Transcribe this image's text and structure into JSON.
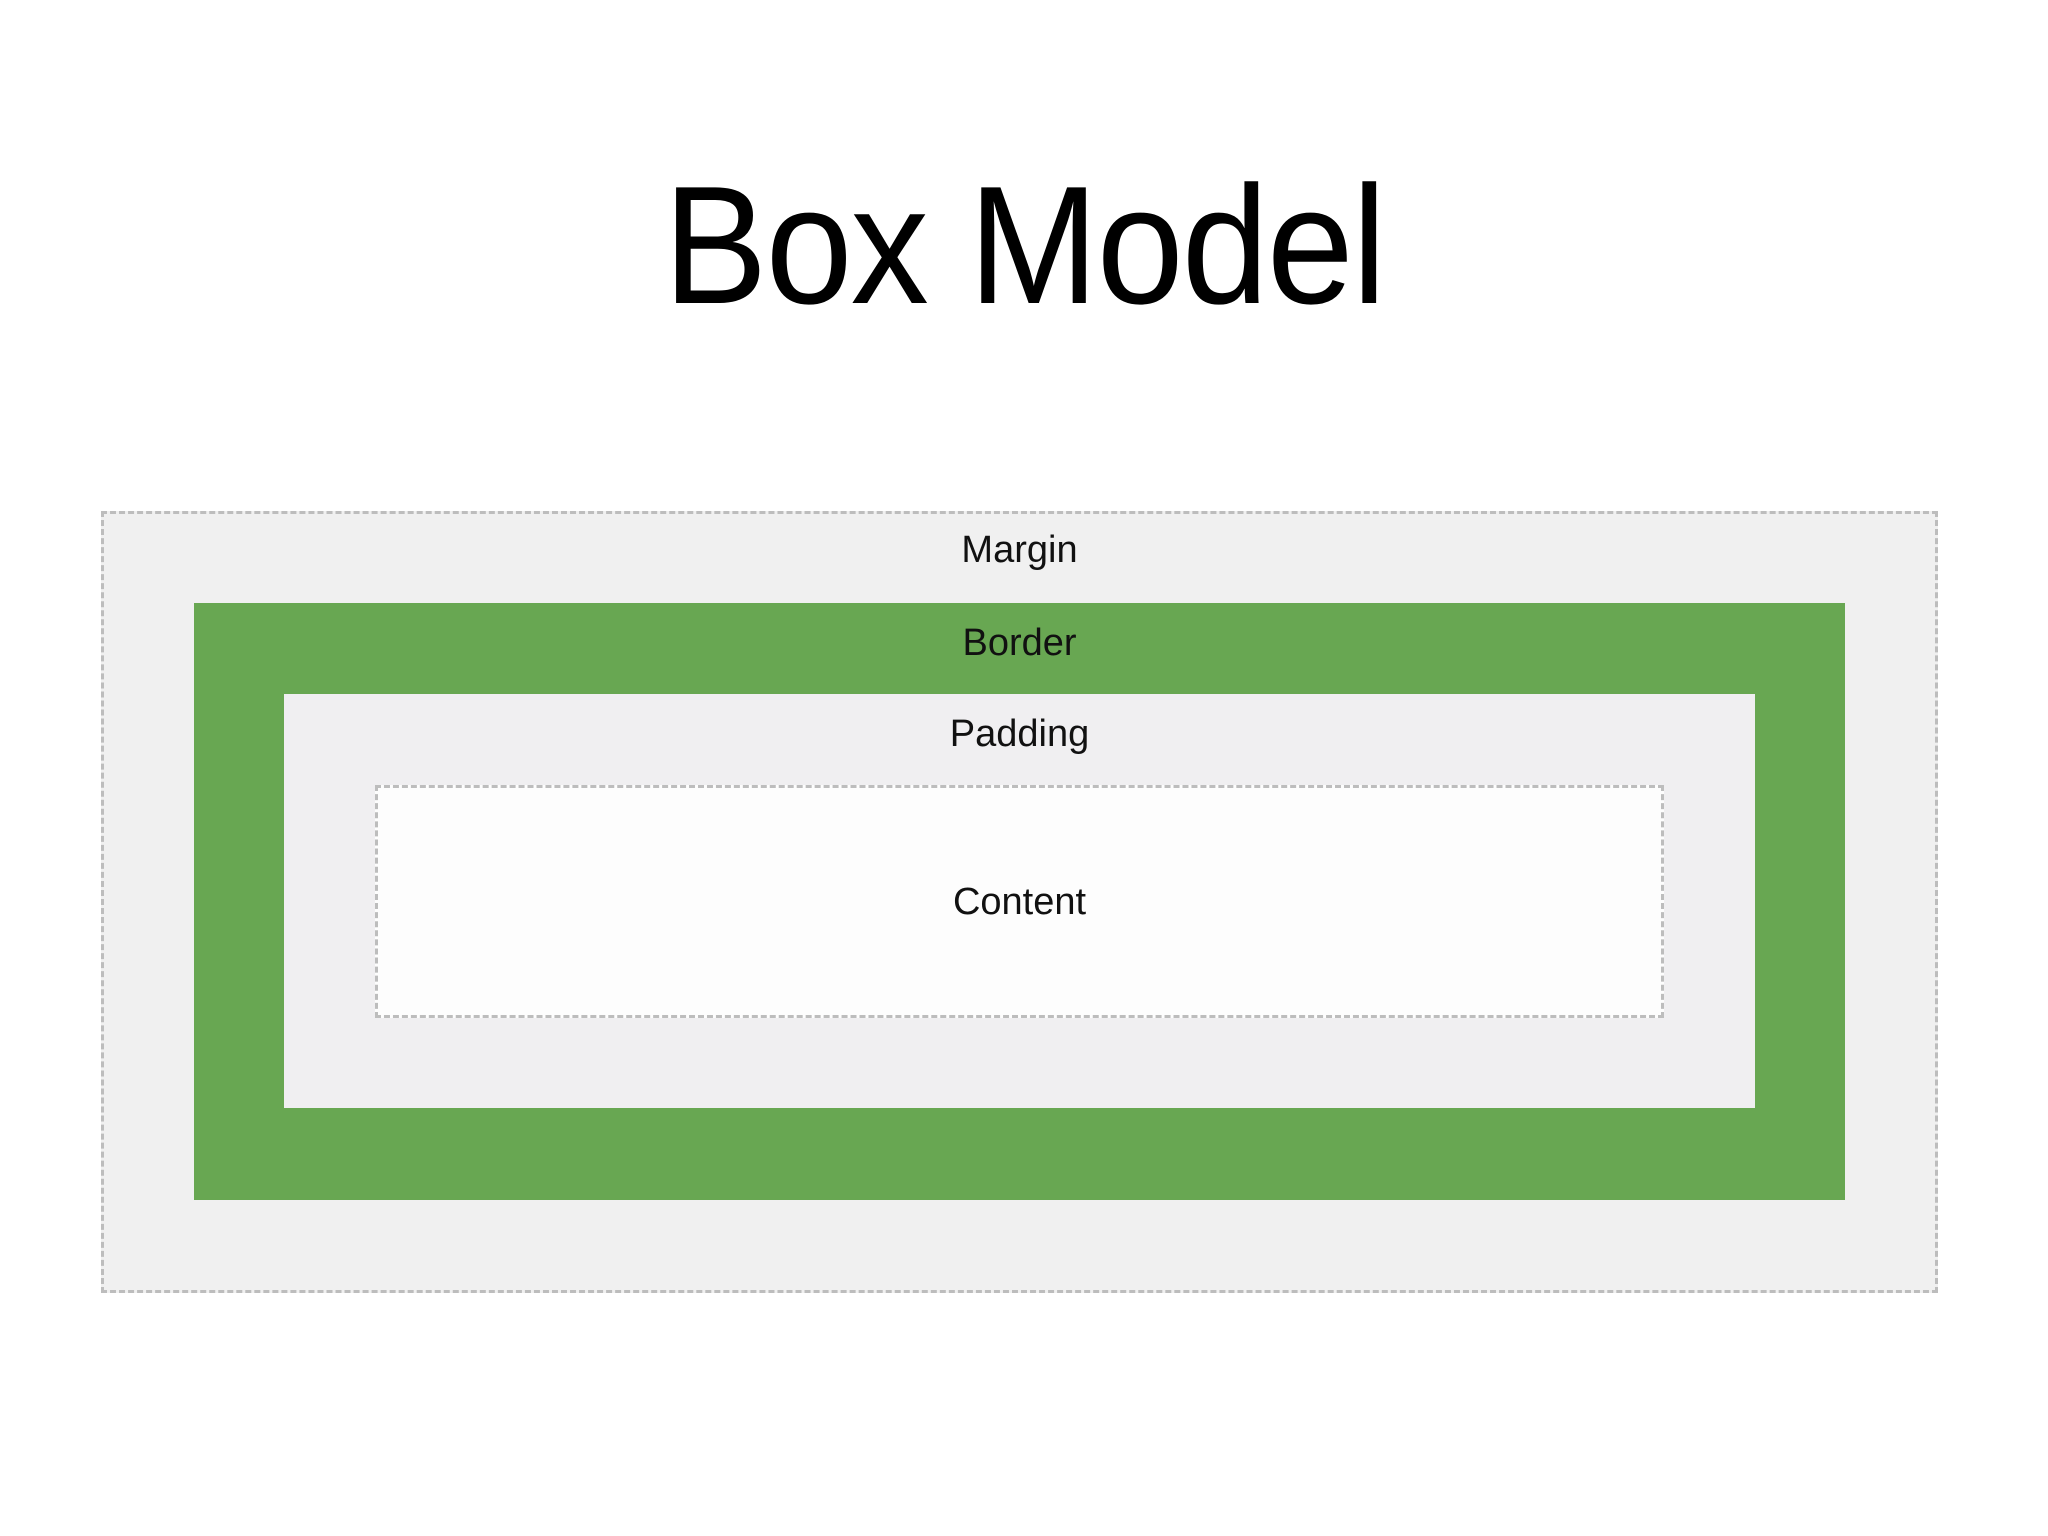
{
  "title": "Box Model",
  "layers": {
    "margin": {
      "label": "Margin",
      "fill": "#f0f0f0",
      "outline": "dashed #bdbdbd"
    },
    "border": {
      "label": "Border",
      "fill": "#68a752"
    },
    "padding": {
      "label": "Padding",
      "fill": "#f0eff1"
    },
    "content": {
      "label": "Content",
      "fill": "#fdfdfd",
      "outline": "dashed #bdbdbd"
    }
  }
}
